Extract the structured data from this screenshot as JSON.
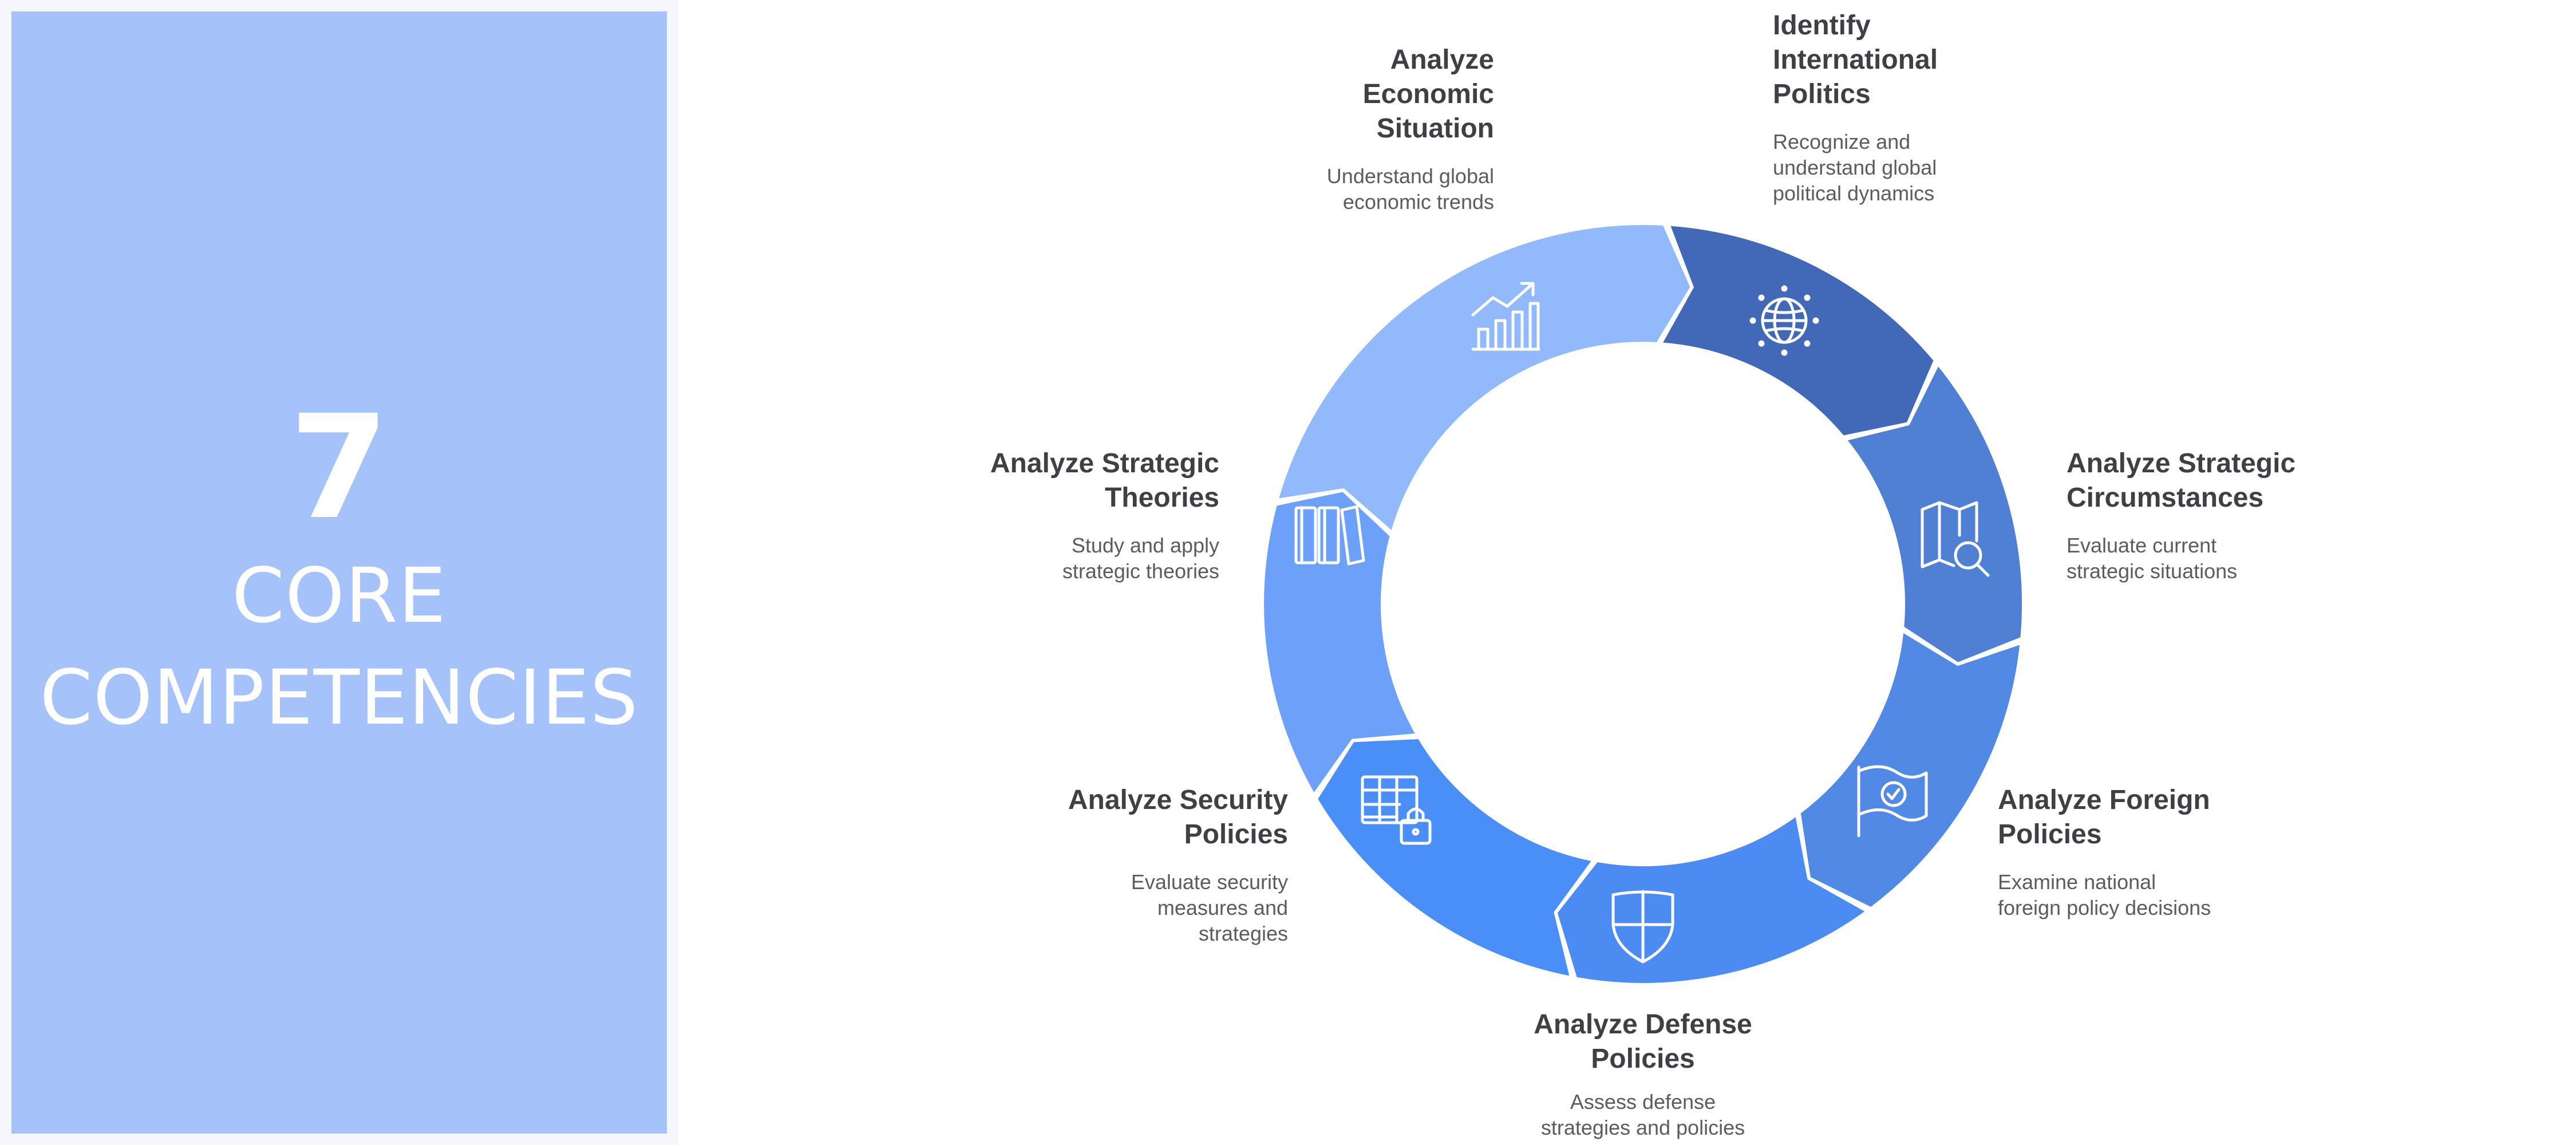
{
  "panel": {
    "number": "7",
    "line1": "CORE",
    "line2": "COMPETENCIES"
  },
  "steps": [
    {
      "title": "Identify International Politics",
      "title_lines": [
        "Identify",
        "International",
        "Politics"
      ],
      "desc_lines": [
        "Recognize and",
        "understand global",
        "political dynamics"
      ],
      "icon": "globe-icon",
      "color": "#4169b7"
    },
    {
      "title": "Analyze Strategic Circumstances",
      "title_lines": [
        "Analyze Strategic",
        "Circumstances"
      ],
      "desc_lines": [
        "Evaluate current",
        "strategic situations"
      ],
      "icon": "map-search-icon",
      "color": "#4f80d3"
    },
    {
      "title": "Analyze Foreign Policies",
      "title_lines": [
        "Analyze Foreign",
        "Policies"
      ],
      "desc_lines": [
        "Examine national",
        "foreign policy decisions"
      ],
      "icon": "flag-check-icon",
      "color": "#5289e4"
    },
    {
      "title": "Analyze Defense Policies",
      "title_lines": [
        "Analyze Defense",
        "Policies"
      ],
      "desc_lines": [
        "Assess defense",
        "strategies and policies"
      ],
      "icon": "shield-icon",
      "color": "#4c8bf2"
    },
    {
      "title": "Analyze Security Policies",
      "title_lines": [
        "Analyze Security",
        "Policies"
      ],
      "desc_lines": [
        "Evaluate security",
        "measures and",
        "strategies"
      ],
      "icon": "table-lock-icon",
      "color": "#4a8ef8"
    },
    {
      "title": "Analyze Strategic Theories",
      "title_lines": [
        "Analyze Strategic",
        "Theories"
      ],
      "desc_lines": [
        "Study and apply",
        "strategic theories"
      ],
      "icon": "books-icon",
      "color": "#6da1f9"
    },
    {
      "title": "Analyze Economic Situation",
      "title_lines": [
        "Analyze",
        "Economic",
        "Situation"
      ],
      "desc_lines": [
        "Understand global",
        "economic trends"
      ],
      "icon": "chart-growth-icon",
      "color": "#92b9fb"
    }
  ]
}
